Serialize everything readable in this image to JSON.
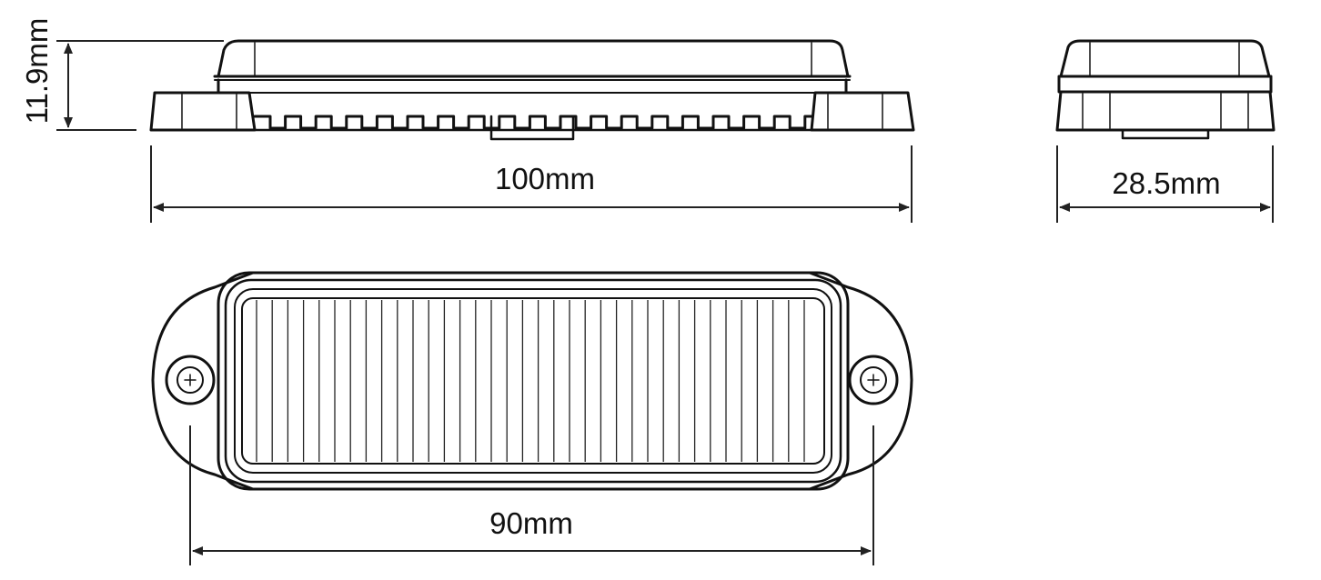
{
  "dimensions": {
    "height_label": "11.9mm",
    "length_label": "100mm",
    "width_label": "28.5mm",
    "hole_spacing_label": "90mm"
  },
  "colors": {
    "line": "#111111",
    "background": "#ffffff"
  }
}
